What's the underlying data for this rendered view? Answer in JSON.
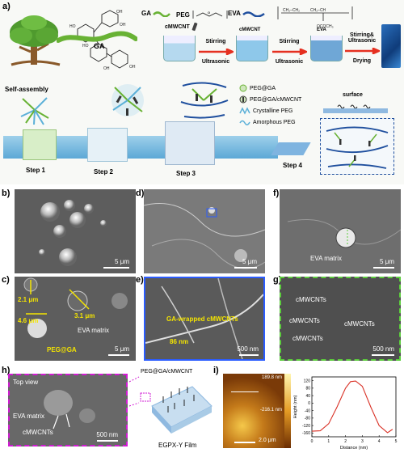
{
  "panel_a": {
    "label": "a)",
    "legend": {
      "ga": "GA",
      "peg": "PEG",
      "eva": "EVA",
      "cmwcnt": "cMWCNT"
    },
    "tree_label": "GA",
    "steps_flow": [
      {
        "top": "",
        "bottom": ""
      },
      {
        "top": "cMWCNT",
        "line1": "Stirring",
        "line2": "Ultrasonic"
      },
      {
        "top": "EVA",
        "line1": "Stirring",
        "line2": "Ultrasonic"
      },
      {
        "top": "",
        "line1": "Stirring&",
        "line2": "Ultrasonic",
        "line3": "Drying"
      }
    ],
    "self_assembly": "Self-assembly",
    "struct_legend": [
      "PEG@GA",
      "PEG@GA/cMWCNT",
      "Crystalline PEG",
      "Amorphous PEG"
    ],
    "surface": "surface",
    "steps": [
      "Step 1",
      "Step 2",
      "Step 3",
      "Step 4"
    ]
  },
  "panel_b": {
    "label": "b)",
    "scale": "5 μm"
  },
  "panel_c": {
    "label": "c)",
    "sizes": [
      "2.1 μm",
      "4.6 μm",
      "3.1 μm"
    ],
    "matrix": "EVA matrix",
    "peg": "PEG@GA",
    "scale": "5 μm"
  },
  "panel_d": {
    "label": "d)",
    "scale": "5 μm"
  },
  "panel_e": {
    "label": "e)",
    "wrapped": "GA-wrapped cMWCNTs",
    "nm": "86 nm",
    "scale": "500 nm"
  },
  "panel_f": {
    "label": "f)",
    "matrix": "EVA matrix",
    "scale": "5 μm"
  },
  "panel_g": {
    "label": "g)",
    "cnt": [
      "cMWCNTs",
      "cMWCNTs",
      "cMWCNTs",
      "cMWCNTs"
    ],
    "scale": "500 nm"
  },
  "panel_h": {
    "label": "h)",
    "top_view": "Top view",
    "matrix": "EVA matrix",
    "cnt": "cMWCNTs",
    "scale": "500 nm",
    "schematic": "PEG@GA/cMWCNT",
    "film": "EGPX-Y Film"
  },
  "panel_i": {
    "label": "i)",
    "afm_max": "189.8 nm",
    "afm_min": "-216.1 nm",
    "afm_scale": "2.0 μm",
    "chart_data": {
      "type": "line",
      "xlabel": "Distance (nm)",
      "ylabel": "Height (nm)",
      "xlim": [
        0,
        5
      ],
      "ylim": [
        -180,
        140
      ],
      "xticks": [
        "0",
        "1",
        "2",
        "3",
        "4",
        "5"
      ],
      "yticks": [
        "120",
        "80",
        "40",
        "0",
        "-40",
        "-80",
        "-120",
        "-160"
      ],
      "x": [
        0,
        0.5,
        1,
        1.5,
        2,
        2.3,
        2.6,
        3,
        3.5,
        4,
        4.5,
        4.8
      ],
      "y": [
        -150,
        -148,
        -110,
        -20,
        80,
        115,
        118,
        90,
        -20,
        -120,
        -158,
        -140
      ],
      "color": "#d93025"
    }
  }
}
